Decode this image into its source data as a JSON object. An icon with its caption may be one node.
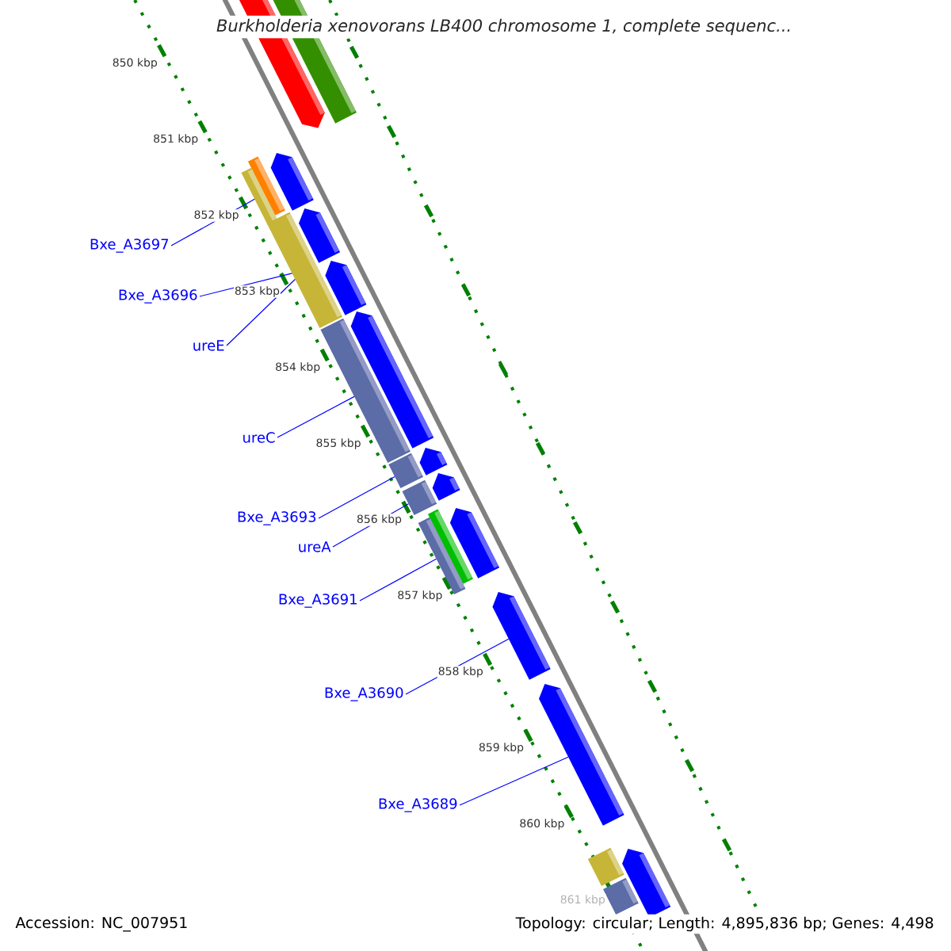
{
  "diagram": {
    "title": "Burkholderia xenovorans LB400 chromosome 1, complete sequenc...",
    "nodes": [
      {
        "text": [
          "Bxe_A3697"
        ]
      },
      {
        "text": [
          "Bxe_A3696"
        ]
      },
      {
        "text": [
          "ureE"
        ]
      },
      {
        "text": [
          "ureC"
        ]
      },
      {
        "text": [
          "Bxe_A3693"
        ]
      },
      {
        "text": [
          "ureA"
        ]
      },
      {
        "text": [
          "Bxe_A3691"
        ]
      },
      {
        "text": [
          "Bxe_A3690"
        ]
      },
      {
        "text": [
          "Bxe_A3689"
        ]
      },
      {
        "text": [],
        "shape": "bar"
      },
      {
        "text": [],
        "shape": "bar"
      },
      {
        "text": [],
        "shape": "bar"
      },
      {
        "text": [],
        "shape": "bar"
      },
      {
        "text": [],
        "shape": "bar"
      },
      {
        "text": [],
        "shape": "bar"
      },
      {
        "text": [],
        "shape": "bar"
      },
      {
        "text": [],
        "shape": "bar"
      },
      {
        "text": [],
        "shape": "bar"
      },
      {
        "text": [],
        "shape": "bar"
      },
      {
        "text": [],
        "shape": "bar"
      },
      {
        "text": [],
        "shape": "bar"
      },
      {
        "text": [],
        "shape": "bar"
      },
      {
        "text": [],
        "shape": "bar"
      },
      {
        "text": [],
        "shape": "bar"
      },
      {
        "text": [],
        "shape": "bar"
      },
      {
        "text": [],
        "shape": "bar"
      },
      {
        "text": [],
        "shape": "bar"
      },
      {
        "text": [],
        "shape": "bar"
      },
      {
        "text": [],
        "shape": "bar"
      },
      {
        "text": [],
        "shape": "bar"
      },
      {
        "text": [],
        "shape": "bar"
      }
    ],
    "edges": [
      {
        "from": 0,
        "to": 13,
        "arrow": "none"
      },
      {
        "from": 1,
        "to": 15,
        "arrow": "none"
      },
      {
        "from": 2,
        "to": 15,
        "arrow": "none"
      },
      {
        "from": 3,
        "to": 18,
        "arrow": "none"
      },
      {
        "from": 4,
        "to": 20,
        "arrow": "none"
      },
      {
        "from": 5,
        "to": 22,
        "arrow": "none"
      },
      {
        "from": 6,
        "to": 25,
        "arrow": "none"
      },
      {
        "from": 7,
        "to": 26,
        "arrow": "none"
      },
      {
        "from": 8,
        "to": 27,
        "arrow": "none"
      }
    ],
    "labels": [
      "850 kbp",
      "851 kbp",
      "852 kbp",
      "853 kbp",
      "854 kbp",
      "855 kbp",
      "856 kbp",
      "857 kbp",
      "858 kbp",
      "859 kbp",
      "860 kbp",
      "861 kbp",
      "Accession: NC_007951",
      "Topology: circular; Length: 4,895,836 bp; Genes: 4,498"
    ]
  }
}
